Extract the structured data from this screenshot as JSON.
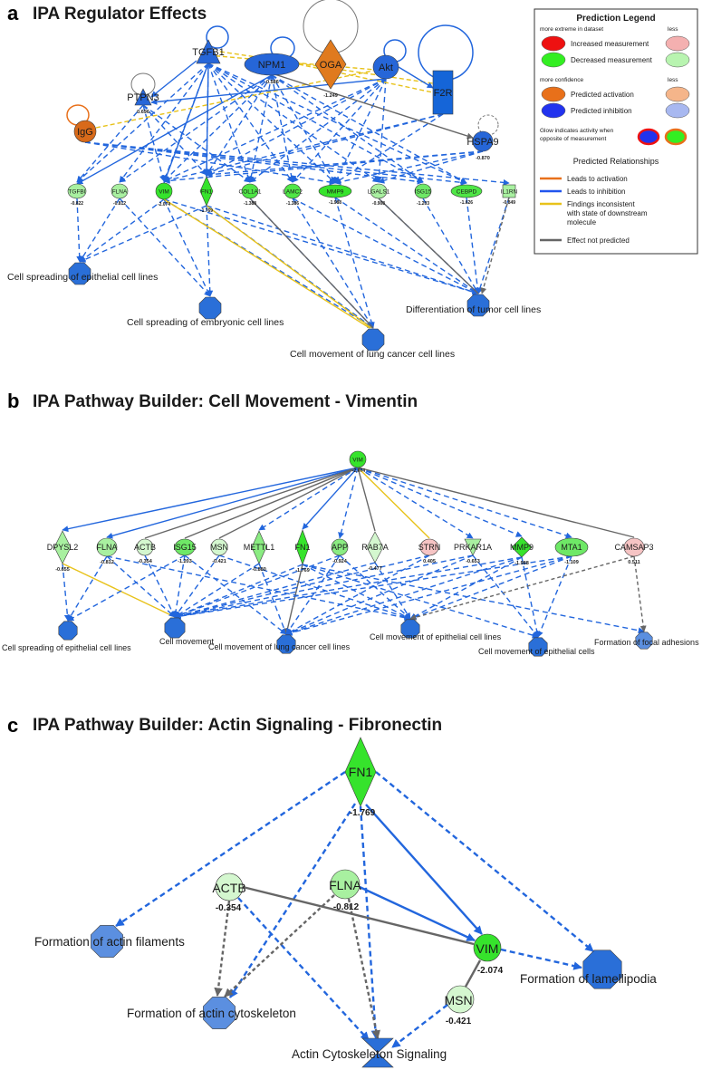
{
  "panel_a": {
    "letter": "a",
    "title": "IPA Regulator Effects",
    "regulators": [
      {
        "id": "TGFB1",
        "label": "TGFB1",
        "value": "",
        "shape": "triangle",
        "color": "#2666d8"
      },
      {
        "id": "NPM1",
        "label": "NPM1",
        "value": "-0.586",
        "shape": "ellipse",
        "color": "#2666d8"
      },
      {
        "id": "OGA",
        "label": "OGA",
        "value": "-1.249",
        "shape": "diamond",
        "color": "#e07a1e"
      },
      {
        "id": "Akt",
        "label": "Akt",
        "value": "",
        "shape": "circle",
        "color": "#2666d8"
      },
      {
        "id": "F2R",
        "label": "F2R",
        "value": "",
        "shape": "rect",
        "color": "#1565d8"
      },
      {
        "id": "PTPN3",
        "label": "PTPN3",
        "value": "0.696",
        "shape": "triangle",
        "color": "#2666d8"
      },
      {
        "id": "IgG",
        "label": "IgG",
        "value": "",
        "shape": "circle",
        "color": "#d86a1a"
      },
      {
        "id": "HSPA9",
        "label": "HSPA9",
        "value": "-0.870",
        "shape": "circle",
        "color": "#2666d8"
      }
    ],
    "molecules": [
      {
        "id": "TGFBI",
        "label": "TGFBI",
        "value": "-0.822",
        "shape": "circle",
        "color": "#a8f0a0"
      },
      {
        "id": "FLNA",
        "label": "FLNA",
        "value": "-0.812",
        "shape": "circle",
        "color": "#a8f0a0"
      },
      {
        "id": "VIM",
        "label": "VIM",
        "value": "-2.074",
        "shape": "circle",
        "color": "#36e32c"
      },
      {
        "id": "FN1",
        "label": "FN1",
        "value": "-1.769",
        "shape": "diamond",
        "color": "#36e32c"
      },
      {
        "id": "COL1A1",
        "label": "COL1A1",
        "value": "-1.388",
        "shape": "circle",
        "color": "#4fe646"
      },
      {
        "id": "LAMC2",
        "label": "LAMC2",
        "value": "-1.386",
        "shape": "circle",
        "color": "#4fe646"
      },
      {
        "id": "MMP9",
        "label": "MMP9",
        "value": "-1.988",
        "shape": "ellipse",
        "color": "#36e32c"
      },
      {
        "id": "LGALS1",
        "label": "LGALS1",
        "value": "-0.908",
        "shape": "circle",
        "color": "#a8f0a0"
      },
      {
        "id": "ISG15",
        "label": "ISG15",
        "value": "-1.203",
        "shape": "circle",
        "color": "#6ee866"
      },
      {
        "id": "CEBPD",
        "label": "CEBPD",
        "value": "-1.626",
        "shape": "ellipse",
        "color": "#4fe646"
      },
      {
        "id": "IL1RN",
        "label": "IL1RN",
        "value": "-0.849",
        "shape": "square",
        "color": "#a8f0a0"
      }
    ],
    "functions": [
      {
        "id": "f1",
        "label": "Cell spreading of epithelial cell lines"
      },
      {
        "id": "f2",
        "label": "Cell spreading of embryonic cell lines"
      },
      {
        "id": "f3",
        "label": "Cell movement of lung cancer cell lines"
      },
      {
        "id": "f4",
        "label": "Differentiation of tumor cell lines"
      }
    ],
    "legend": {
      "title": "Prediction Legend",
      "section1_header": "more extreme in dataset",
      "less": "less",
      "increased": "Increased measurement",
      "decreased": "Decreased measurement",
      "section2_header": "more confidence",
      "activation": "Predicted activation",
      "inhibition": "Predicted inhibition",
      "glow_line1": "Glow indicates activity when",
      "glow_line2": "opposite of measurement",
      "relationships_title": "Predicted Relationships",
      "leads_activation": "Leads to activation",
      "leads_inhibition": "Leads to inhibition",
      "inconsistent_line1": "Findings inconsistent",
      "inconsistent_line2": "with state of downstream",
      "inconsistent_line3": "molecule",
      "not_predicted": "Effect not predicted",
      "colors": {
        "increased": "#ee1111",
        "increased_less": "#f4b0b0",
        "decreased": "#33ee22",
        "decreased_less": "#b8f4b0",
        "activation": "#e8701a",
        "activation_less": "#f5b58a",
        "inhibition": "#2233ee",
        "inhibition_less": "#a8b8f0",
        "line_activation": "#e8701a",
        "line_inhibition": "#2255ee",
        "line_inconsistent": "#e8c21a",
        "line_not_predicted": "#666666"
      }
    }
  },
  "panel_b": {
    "letter": "b",
    "title": "IPA Pathway Builder: Cell Movement - Vimentin",
    "hub": {
      "id": "VIM",
      "label": "VIM",
      "value": "-2.074",
      "color": "#36e32c"
    },
    "molecules": [
      {
        "id": "DPYSL2",
        "label": "DPYSL2",
        "value": "-0.655",
        "shape": "diamond",
        "color": "#a8f0a0"
      },
      {
        "id": "FLNA",
        "label": "FLNA",
        "value": "-0.812",
        "shape": "circle",
        "color": "#a8f0a0"
      },
      {
        "id": "ACTB",
        "label": "ACTB",
        "value": "-0.354",
        "shape": "circle",
        "color": "#d4f7cf"
      },
      {
        "id": "ISG15",
        "label": "ISG15",
        "value": "-1.203",
        "shape": "circle",
        "color": "#6ee866"
      },
      {
        "id": "MSN",
        "label": "MSN",
        "value": "-0.421",
        "shape": "circle",
        "color": "#d4f7cf"
      },
      {
        "id": "METTL1",
        "label": "METTL1",
        "value": "-0.880",
        "shape": "diamond",
        "color": "#8aec82"
      },
      {
        "id": "FN1",
        "label": "FN1",
        "value": "-1.769",
        "shape": "diamond",
        "color": "#36e32c"
      },
      {
        "id": "APP",
        "label": "APP",
        "value": "-0.924",
        "shape": "circle",
        "color": "#8aec82"
      },
      {
        "id": "RAB7A",
        "label": "RAB7A",
        "value": "-0.477",
        "shape": "diamond",
        "color": "#d4f7cf"
      },
      {
        "id": "STRN",
        "label": "STRN",
        "value": "0.405",
        "shape": "circle",
        "color": "#f6c4c4"
      },
      {
        "id": "PRKAR1A",
        "label": "PRKAR1A",
        "value": "-0.653",
        "shape": "triangle-down",
        "color": "#a8f0a0"
      },
      {
        "id": "MMP9",
        "label": "MMP9",
        "value": "-1.988",
        "shape": "diamond",
        "color": "#36e32c"
      },
      {
        "id": "MTA1",
        "label": "MTA1",
        "value": "-1.109",
        "shape": "ellipse",
        "color": "#6ee866"
      },
      {
        "id": "CAMSAP3",
        "label": "CAMSAP3",
        "value": "0.511",
        "shape": "circle",
        "color": "#f6c4c4"
      }
    ],
    "functions": [
      {
        "id": "b1",
        "label": "Cell spreading of epithelial cell lines"
      },
      {
        "id": "b2",
        "label": "Cell movement"
      },
      {
        "id": "b3",
        "label": "Cell movement of lung cancer cell lines"
      },
      {
        "id": "b4",
        "label": "Cell movement of epithelial cell lines"
      },
      {
        "id": "b5",
        "label": "Cell movement of epithelial cells"
      },
      {
        "id": "b6",
        "label": "Formation of focal adhesions"
      }
    ]
  },
  "panel_c": {
    "letter": "c",
    "title": "IPA Pathway Builder: Actin Signaling - Fibronectin",
    "molecules": [
      {
        "id": "FN1",
        "label": "FN1",
        "value": "-1.769",
        "shape": "diamond",
        "color": "#36e32c"
      },
      {
        "id": "ACTB",
        "label": "ACTB",
        "value": "-0.354",
        "shape": "circle",
        "color": "#d4f7cf"
      },
      {
        "id": "FLNA",
        "label": "FLNA",
        "value": "-0.812",
        "shape": "circle",
        "color": "#a8f0a0"
      },
      {
        "id": "VIM",
        "label": "VIM",
        "value": "-2.074",
        "shape": "circle",
        "color": "#36e32c"
      },
      {
        "id": "MSN",
        "label": "MSN",
        "value": "-0.421",
        "shape": "circle",
        "color": "#d4f7cf"
      }
    ],
    "functions": [
      {
        "id": "c1",
        "label": "Formation of actin filaments"
      },
      {
        "id": "c2",
        "label": "Formation of actin cytoskeleton"
      },
      {
        "id": "c3",
        "label": "Actin Cytoskeleton Signaling"
      },
      {
        "id": "c4",
        "label": "Formation of lamellipodia"
      }
    ]
  },
  "colors": {
    "inhibition_line": "#2266dd",
    "inconsistent_line": "#e8c21a",
    "neutral_line": "#666666",
    "function_fill": "#2a6fd8",
    "function_fill_light": "#5b8fe0"
  }
}
